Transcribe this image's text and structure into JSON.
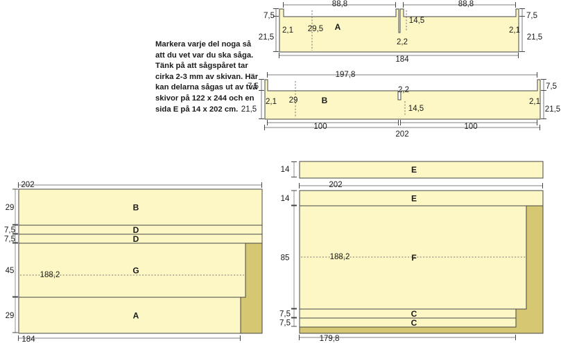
{
  "instruction_text": "Markera varje del noga så att du vet var du ska såga. Tänk på att sågspåret tar cirka 2-3 mm av skivan. Här kan delarna sågas ut av två skivor på 122 x 244 och en sida E på 14 x 202 cm.",
  "colors": {
    "panel_fill": "#fcf7c5",
    "waste_fill": "#d6c772",
    "outline": "#444444",
    "text": "#1a1a1a"
  },
  "detail_a": {
    "part_label": "A",
    "top_left_width": "88,8",
    "top_right_width": "88,8",
    "overall_width": "184",
    "notch_height_left": "7,5",
    "notch_height_right": "7,5",
    "height_left": "21,5",
    "height_right": "21,5",
    "notch_depth_left": "2,1",
    "notch_depth_right": "2,1",
    "inner_height": "29,5",
    "slot_height": "14,5",
    "slot_width": "2,2"
  },
  "detail_b": {
    "part_label": "B",
    "top_width": "197,8",
    "overall_width": "202",
    "bottom_left_width": "100",
    "bottom_right_width": "100",
    "notch_height_left": "7,5",
    "notch_height_right": "7,5",
    "height_left": "21,5",
    "height_right": "21,5",
    "notch_depth_left": "2,1",
    "notch_depth_right": "2,1",
    "inner_height": "29",
    "slot_width": "2,2",
    "slot_height": "14,5"
  },
  "sheet_1": {
    "top_width": "202",
    "bottom_width": "184",
    "inner_width": "188,2",
    "rows": [
      {
        "height_label": "29",
        "part": "B"
      },
      {
        "height_label": "7,5",
        "part": "D"
      },
      {
        "height_label": "7,5",
        "part": "D"
      },
      {
        "height_label": "45",
        "part": "G"
      },
      {
        "height_label": "29",
        "part": "A"
      }
    ]
  },
  "sheet_2": {
    "top_width": "202",
    "bottom_width": "179,8",
    "inner_width": "188,2",
    "rows": [
      {
        "height_label": "14",
        "part": "E"
      },
      {
        "height_label": "85",
        "part": "F"
      },
      {
        "height_label": "7,5",
        "part": "C"
      },
      {
        "height_label": "7,5",
        "part": "C"
      }
    ]
  },
  "sheet_e": {
    "height_label": "14",
    "part": "E"
  }
}
